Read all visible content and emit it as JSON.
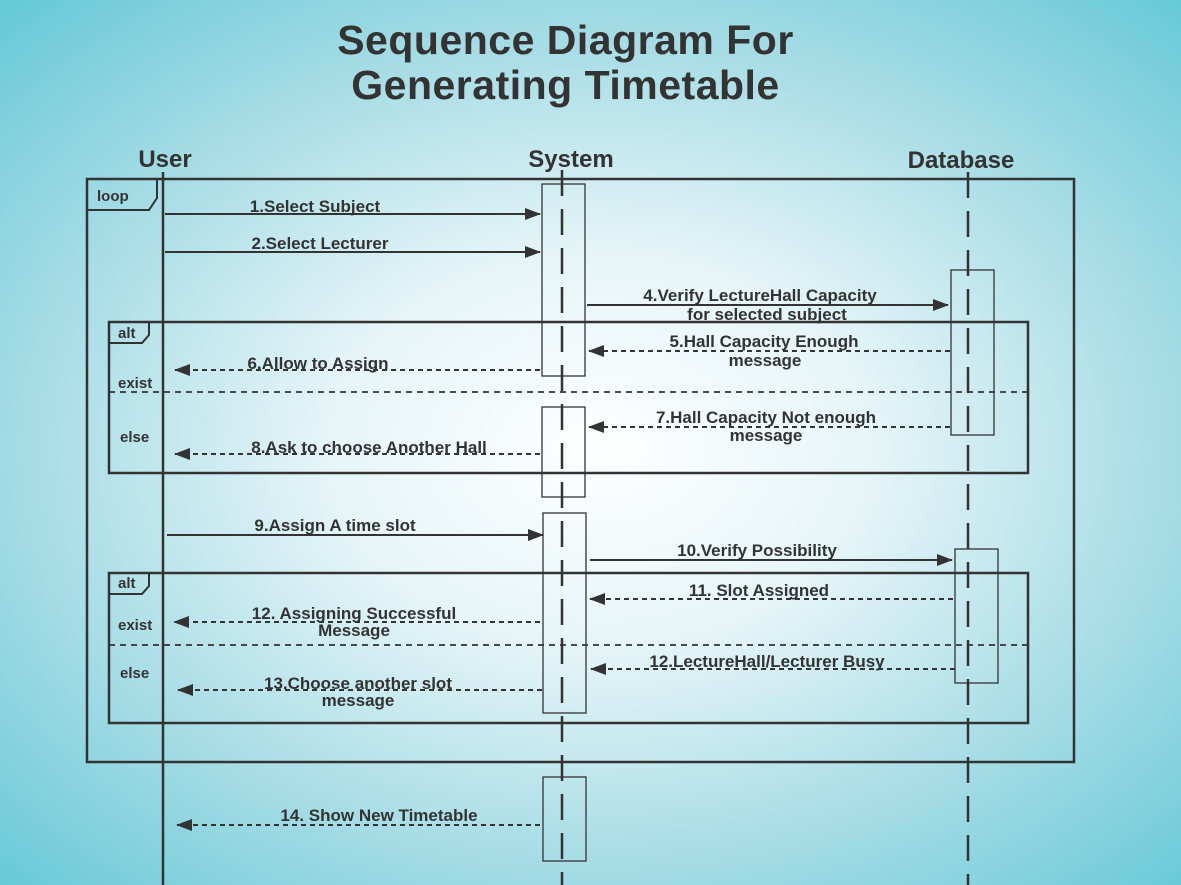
{
  "title": {
    "line1": "Sequence Diagram For",
    "line2": "Generating Timetable"
  },
  "participants": {
    "user": "User",
    "system": "System",
    "database": "Database"
  },
  "fragments": {
    "loop": "loop",
    "alt1": {
      "label": "alt",
      "guard1": "exist",
      "guard2": "else"
    },
    "alt2": {
      "label": "alt",
      "guard1": "exist",
      "guard2": "else"
    }
  },
  "messages": {
    "m1": "1.Select Subject",
    "m2": "2.Select Lecturer",
    "m4a": "4.Verify LectureHall Capacity",
    "m4b": "for selected subject",
    "m5a": "5.Hall Capacity Enough",
    "m5b": "message",
    "m6": "6.Allow to Assign",
    "m7a": "7.Hall Capacity Not enough",
    "m7b": "message",
    "m8": "8.Ask to choose Another Hall",
    "m9": "9.Assign A time slot",
    "m10": "10.Verify Possibility",
    "m11": "11. Slot Assigned",
    "m12a": "12. Assigning Successful",
    "m12b": "Message",
    "m12c": "12.LectureHall/Lecturer Busy",
    "m13a": "13.Choose another slot",
    "m13b": "message",
    "m14": "14. Show New Timetable"
  },
  "colors": {
    "ink": "#333333"
  }
}
